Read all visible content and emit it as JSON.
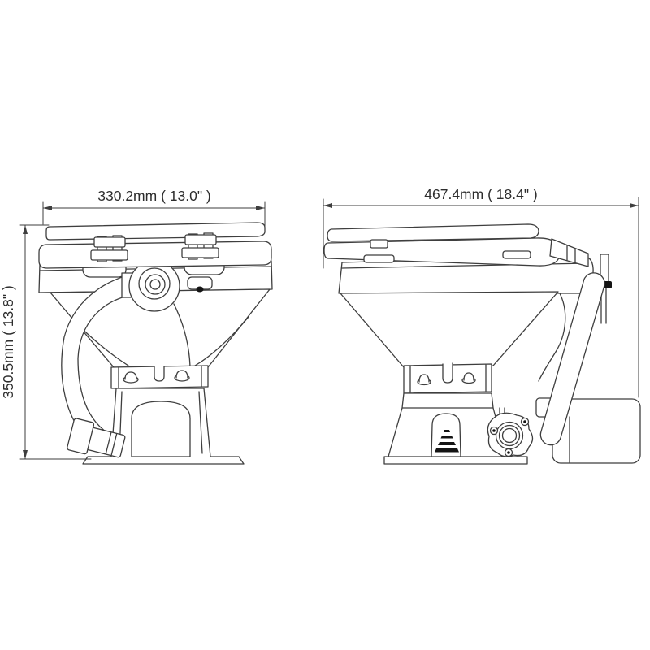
{
  "style": {
    "background": "#ffffff",
    "line_color": "#3e3e3e",
    "text_color": "#2d2d2d",
    "ink_color": "#141414"
  },
  "drawing": {
    "type": "technical-dimension-drawing",
    "subject": "marine-toilet-two-views",
    "views": {
      "front": {
        "name": "front-view"
      },
      "side": {
        "name": "side-view"
      }
    },
    "dimensions": {
      "front_width": {
        "label": "330.2mm ( 13.0\" )",
        "mm": 330.2,
        "inches": 13.0
      },
      "side_depth": {
        "label": "467.4mm ( 18.4\" )",
        "mm": 467.4,
        "inches": 18.4
      },
      "height": {
        "label": "350.5mm ( 13.8\" )",
        "mm": 350.5,
        "inches": 13.8
      }
    }
  }
}
